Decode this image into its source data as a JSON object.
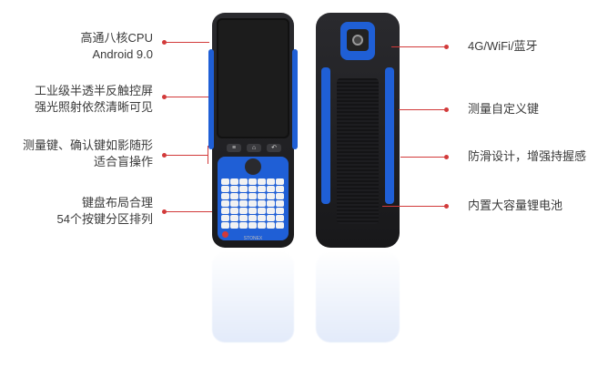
{
  "left_callouts": [
    {
      "lines": [
        "高通八核CPU",
        "Android 9.0"
      ]
    },
    {
      "lines": [
        "工业级半透半反触控屏",
        "强光照射依然清晰可见"
      ]
    },
    {
      "lines": [
        "测量键、确认键如影随形",
        "适合盲操作"
      ]
    },
    {
      "lines": [
        "键盘布局合理",
        "54个按键分区排列"
      ]
    }
  ],
  "right_callouts": [
    {
      "text": "4G/WiFi/蓝牙"
    },
    {
      "text": "测量自定义键"
    },
    {
      "text": "防滑设计，增强持握感"
    },
    {
      "text": "内置大容量锂电池"
    }
  ],
  "device": {
    "front_nav": [
      "≡",
      "⌂",
      "↶"
    ],
    "brand": "STONEX"
  },
  "colors": {
    "accent_line": "#d23a3a",
    "device_blue": "#1f5fd6",
    "device_body": "#222226"
  }
}
